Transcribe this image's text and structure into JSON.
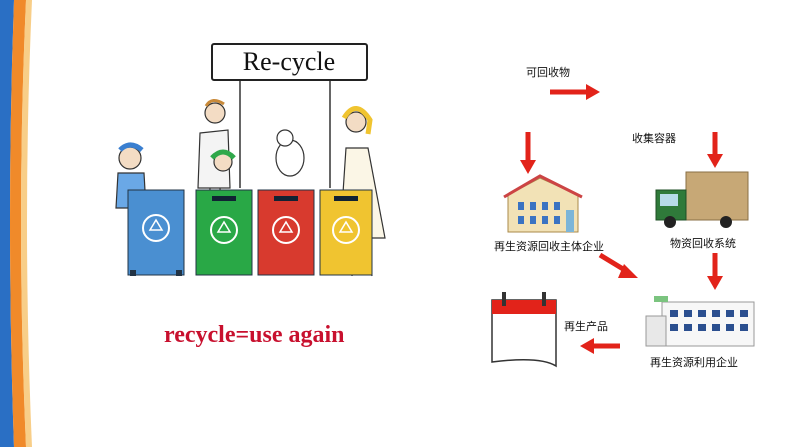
{
  "sign": {
    "text": "Re-cycle"
  },
  "caption": {
    "text": "recycle=use again"
  },
  "flow": {
    "recyclables": "可回收物",
    "collection_container": "收集容器",
    "main_enterprise": "再生资源回收主体企业",
    "logistics_system": "物资回收系统",
    "utilization_enterprise": "再生资源利用企业",
    "recycled_product": "再生产品"
  },
  "colors": {
    "bin_blue": "#4a8fd1",
    "bin_green": "#29a846",
    "bin_red": "#d83a2e",
    "bin_yellow": "#f0c430",
    "arrow_red": "#e2231a",
    "caption_red": "#c8102e"
  },
  "icons": [
    "recycle-icon",
    "calendar-icon",
    "truck-icon",
    "building-icon",
    "factory-icon",
    "arrow-icon"
  ]
}
